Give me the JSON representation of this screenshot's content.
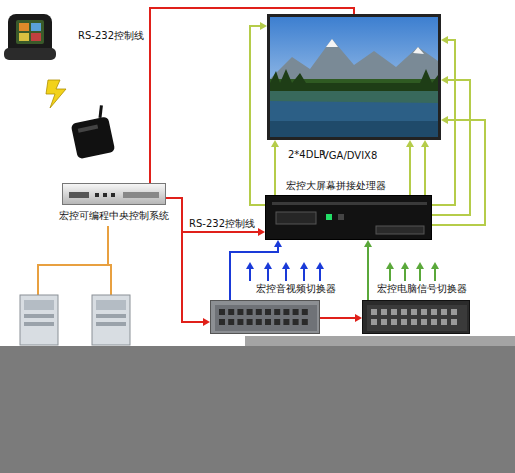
{
  "diagram": {
    "nodes": [
      {
        "text": [
          "宏控可编程中央控制系统"
        ]
      },
      {
        "text": [
          "2*4DLP"
        ]
      },
      {
        "text": [
          "宏控大屏幕拼接处理器"
        ]
      },
      {
        "text": [
          "宏控音视频切换器"
        ]
      },
      {
        "text": [
          "宏控电脑信号切换器"
        ]
      }
    ],
    "edges": [
      {
        "from": 0,
        "to": 1,
        "arrow": "none",
        "label": "RS-232控制线"
      },
      {
        "from": 0,
        "to": 2,
        "arrow": "to",
        "label": "RS-232控制线"
      },
      {
        "from": 0,
        "to": 3,
        "arrow": "to"
      },
      {
        "from": 3,
        "to": 4,
        "arrow": "to"
      },
      {
        "from": 2,
        "to": 1,
        "arrow": "to"
      },
      {
        "from": 3,
        "to": 2,
        "arrow": "to"
      },
      {
        "from": 4,
        "to": 2,
        "arrow": "to"
      }
    ],
    "labels": [
      "VGA/DVIX8"
    ]
  }
}
